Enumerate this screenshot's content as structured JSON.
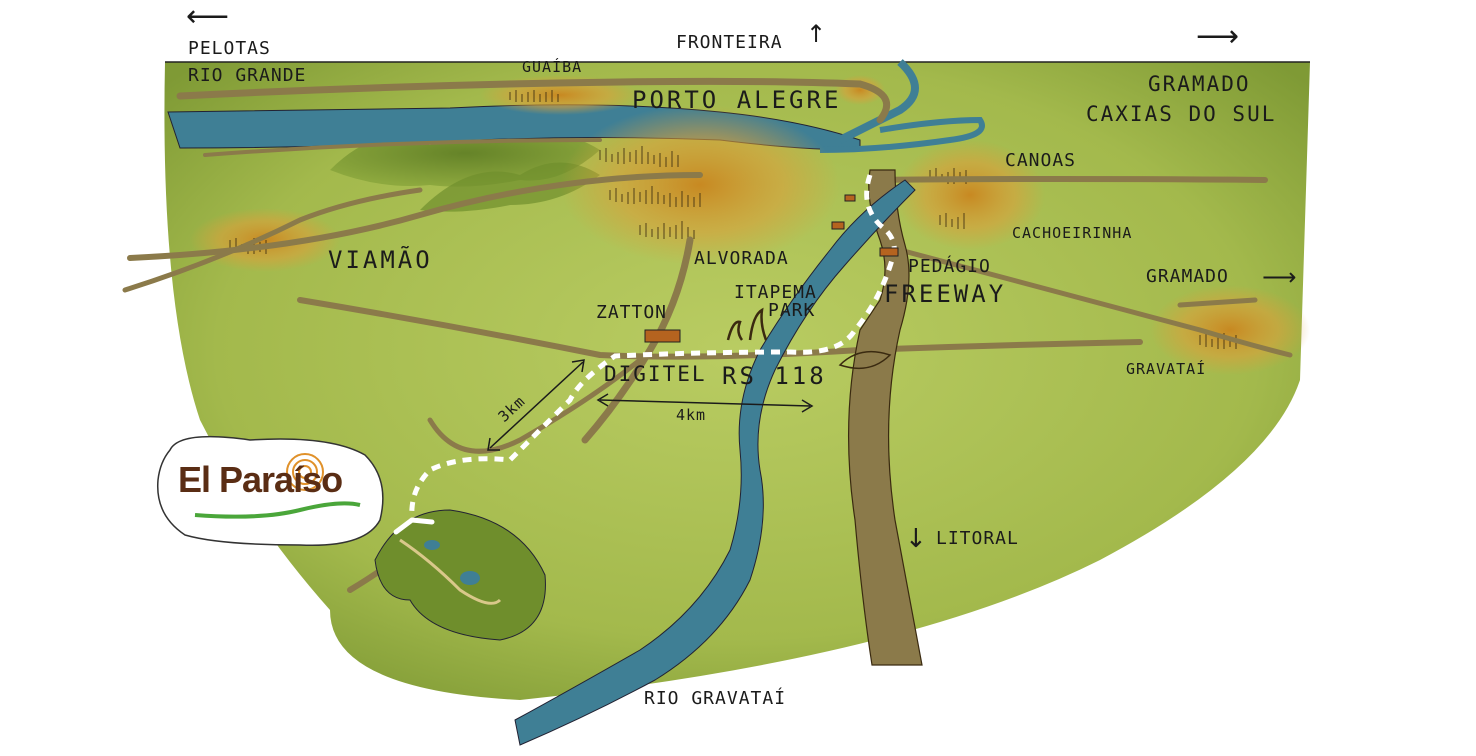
{
  "colors": {
    "land": "#a8bd4f",
    "land_dark": "#6f8e2c",
    "water": "#3f7f95",
    "road": "#8b7a4a",
    "urban": "#c9861f",
    "route": "#ffffff",
    "logo_brown": "#5a2d14",
    "logo_green": "#4aa63a",
    "logo_orange": "#e0912a"
  },
  "labels": {
    "pelotas": "PELOTAS",
    "rio_grande": "RIO GRANDE",
    "fronteira": "FRONTEIRA",
    "guaiba": "GUAÍBA",
    "porto_alegre": "PORTO ALEGRE",
    "gramado_top": "GRAMADO",
    "caxias": "CAXIAS DO SUL",
    "canoas": "CANOAS",
    "cachoeirinha": "CACHOEIRINHA",
    "viamao": "VIAMÃO",
    "alvorada": "ALVORADA",
    "pedagio": "PEDÁGIO",
    "freeway": "FREEWAY",
    "gramado_right": "GRAMADO",
    "itapema": "ITAPEMA",
    "park": "PARK",
    "zatton": "ZATTON",
    "digitel": "DIGITEL",
    "rs118": "RS 118",
    "gravatai": "GRAVATAÍ",
    "dist_4km": "4km",
    "dist_3km": "3km",
    "litoral": "LITORAL",
    "rio_gravatai": "RIO GRAVATAÍ"
  },
  "logo": {
    "text": "El Paraíso"
  }
}
